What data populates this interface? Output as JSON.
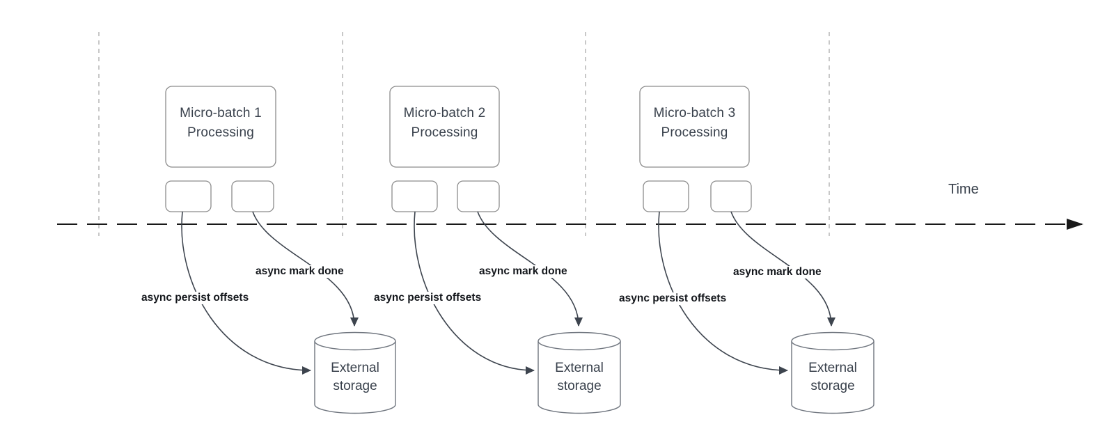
{
  "timeline": {
    "label": "Time"
  },
  "batches": [
    {
      "title_line1": "Micro-batch 1",
      "title_line2": "Processing",
      "persist_label": "async persist offsets",
      "mark_done_label": "async mark done",
      "storage_line1": "External",
      "storage_line2": "storage"
    },
    {
      "title_line1": "Micro-batch 2",
      "title_line2": "Processing",
      "persist_label": "async persist offsets",
      "mark_done_label": "async mark done",
      "storage_line1": "External",
      "storage_line2": "storage"
    },
    {
      "title_line1": "Micro-batch 3",
      "title_line2": "Processing",
      "persist_label": "async persist offsets",
      "mark_done_label": "async mark done",
      "storage_line1": "External",
      "storage_line2": "storage"
    }
  ],
  "colors": {
    "background": "#ffffff",
    "node_border": "#8c8c8c",
    "node_text": "#39414c",
    "connector": "#3d444e",
    "timeline": "#191919",
    "gridline": "#b0b0b0",
    "label_text": "#14171c"
  }
}
